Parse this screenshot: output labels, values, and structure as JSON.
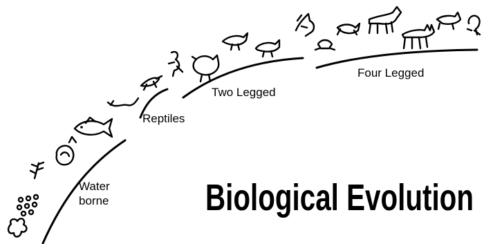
{
  "title": "Biological Evolution",
  "stages": {
    "water_borne_line1": "Water",
    "water_borne_line2": "borne",
    "reptiles": "Reptiles",
    "two_legged": "Two Legged",
    "four_legged": "Four Legged"
  },
  "colors": {
    "ink": "#000000",
    "background": "#ffffff"
  },
  "icons": [
    "amoeba-icon",
    "cell-cluster-icon",
    "plant-icon",
    "jellyfish-icon",
    "fish-icon",
    "eel-icon",
    "lizard-icon",
    "upright-reptile-icon",
    "chicken-icon",
    "small-bird-icon",
    "walking-bird-icon",
    "squirrel-icon",
    "frog-icon",
    "rabbit-icon",
    "beetle-icon",
    "horse-icon",
    "cat-icon",
    "dog-icon",
    "monkey-icon"
  ]
}
